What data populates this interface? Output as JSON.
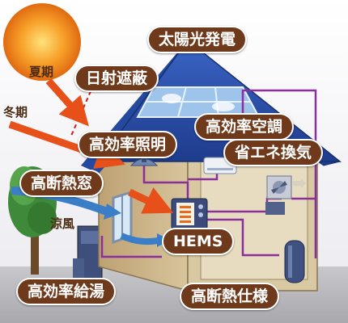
{
  "labels": {
    "solar_power": "太陽光発電",
    "solar_shading": "日射遮蔽",
    "high_eff_lighting": "高効率照明",
    "high_eff_ac": "高効率空調",
    "energy_saving_ventilation": "省エネ換気",
    "insulated_window": "高断熱窓",
    "hems": "HEMS",
    "high_eff_water_heater": "高効率給湯",
    "insulation_spec": "高断熱仕様",
    "summer": "夏期",
    "winter": "冬期",
    "cool_breeze": "涼風"
  },
  "colors": {
    "label_bg": "#6e3a1b",
    "roof": "#2a4ea8",
    "wall": "#cbb488",
    "wiring": "#8a2f9c",
    "sun": "#f08a18",
    "arrow": "#e8501a",
    "breeze": "#3a7ec8"
  }
}
